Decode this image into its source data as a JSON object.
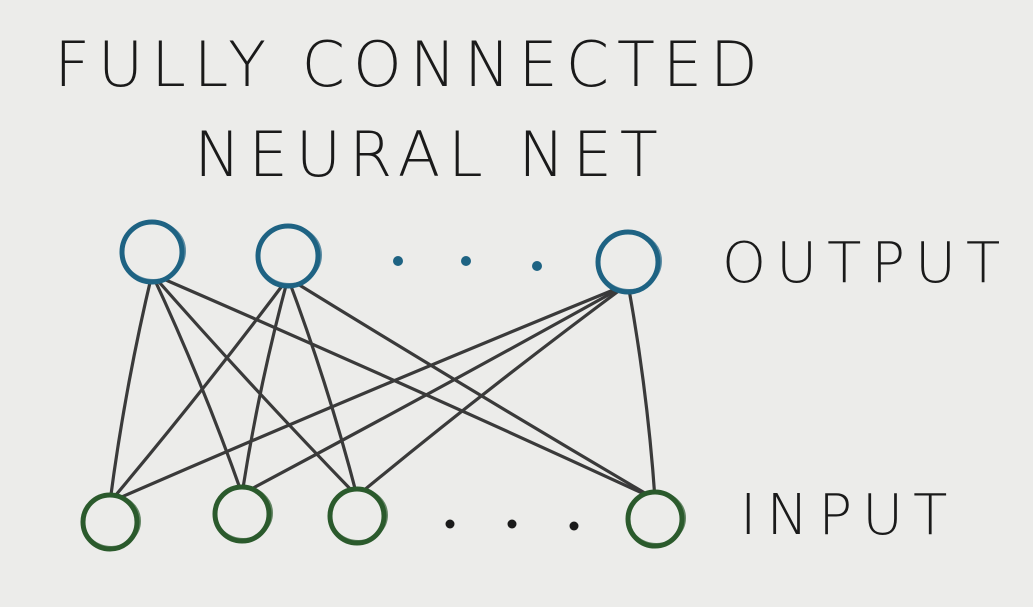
{
  "title": {
    "line1": "FULLY CONNECTED",
    "line2": "NEURAL NET"
  },
  "labels": {
    "output": "OUTPUT",
    "input": "INPUT"
  },
  "colors": {
    "background": "#ececea",
    "ink": "#1a1a1a",
    "edge": "#3a3a3a",
    "output_node": "#1e6383",
    "input_node": "#2b5a2c"
  },
  "network": {
    "output_nodes": 3,
    "input_nodes": 4,
    "fully_connected": true
  }
}
